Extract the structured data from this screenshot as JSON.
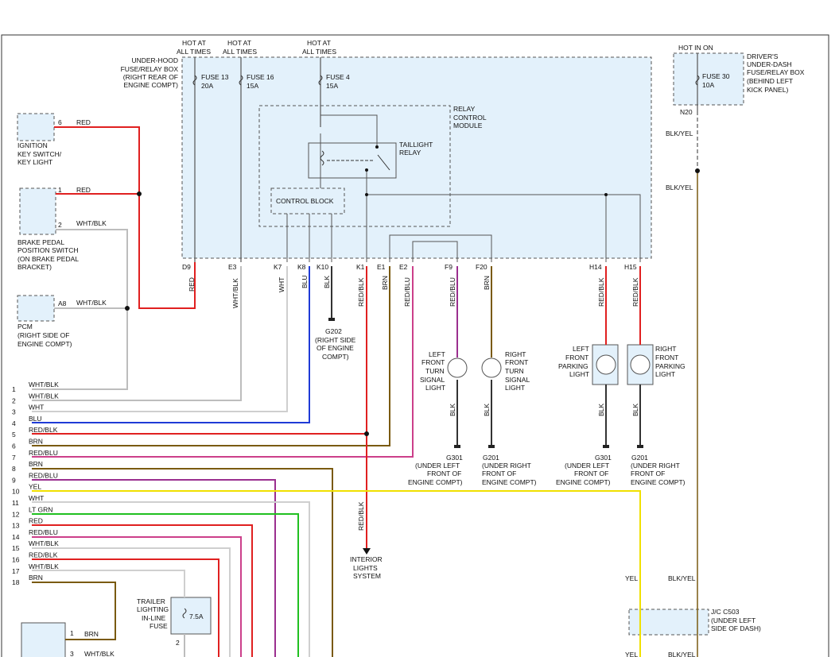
{
  "colors": {
    "red": "#e02020",
    "gray": "#bdbdbd",
    "white": "#cfcfcf",
    "blue": "#1f3bd6",
    "brown": "#7a5a10",
    "pink": "#cc3f8a",
    "purple": "#9b2f8f",
    "yellow": "#f0e000",
    "green": "#20c020",
    "black": "#333333",
    "box": "#e3f1fb"
  },
  "labels": {
    "hot1a": "HOT AT",
    "hot1b": "ALL TIMES",
    "hot2a": "HOT AT",
    "hot2b": "ALL TIMES",
    "hot3a": "HOT AT",
    "hot3b": "ALL TIMES",
    "hoton": "HOT IN ON",
    "underhood1": "UNDER-HOOD",
    "underhood2": "FUSE/RELAY BOX",
    "underhood3": "(RIGHT REAR OF",
    "underhood4": "ENGINE COMPT)",
    "fuse13": "FUSE 13",
    "fuse13a": "20A",
    "fuse16": "FUSE 16",
    "fuse16a": "15A",
    "fuse4": "FUSE 4",
    "fuse4a": "15A",
    "fuse30": "FUSE 30",
    "fuse30a": "10A",
    "drv1": "DRIVER'S",
    "drv2": "UNDER-DASH",
    "drv3": "FUSE/RELAY BOX",
    "drv4": "(BEHIND LEFT",
    "drv5": "KICK PANEL)",
    "n20": "N20",
    "relay1": "RELAY",
    "relay2": "CONTROL",
    "relay3": "MODULE",
    "tail1": "TAILLIGHT",
    "tail2": "RELAY",
    "control_block": "CONTROL BLOCK",
    "ign1": "IGNITION",
    "ign2": "KEY SWITCH/",
    "ign3": "KEY LIGHT",
    "bp1": "BRAKE PEDAL",
    "bp2": "POSITION SWITCH",
    "bp3": "(ON BRAKE PEDAL",
    "bp4": "BRACKET)",
    "pcm1": "PCM",
    "pcm2": "(RIGHT SIDE OF",
    "pcm3": "ENGINE COMPT)",
    "pin6": "6",
    "pin1": "1",
    "pin2": "2",
    "a8": "A8",
    "w_red1": "RED",
    "w_red2": "RED",
    "w_whtblk1": "WHT/BLK",
    "w_whtblk2": "WHT/BLK",
    "blkyel1": "BLK/YEL",
    "blkyel2": "BLK/YEL",
    "blkyel3": "BLK/YEL",
    "blkyel4": "BLK/YEL",
    "yel_a": "YEL",
    "yel_b": "YEL",
    "d9": "D9",
    "e3": "E3",
    "k7": "K7",
    "k8": "K8",
    "k10": "K10",
    "k1": "K1",
    "e1": "E1",
    "e2": "E2",
    "f9": "F9",
    "f20": "F20",
    "h14": "H14",
    "h15": "H15",
    "v_red": "RED",
    "v_whtblk": "WHT/BLK",
    "v_wht": "WHT",
    "v_blu": "BLU",
    "v_blk": "BLK",
    "v_redblk": "RED/BLK",
    "v_brn": "BRN",
    "v_redblu": "RED/BLU",
    "v_redblu2": "RED/BLU",
    "v_brn2": "BRN",
    "v_redblk2": "RED/BLK",
    "v_redblk3": "RED/BLK",
    "v_blk1": "BLK",
    "v_blk2": "BLK",
    "v_blk3": "BLK",
    "v_blk4": "BLK",
    "v_redblk4": "RED/BLK",
    "g202a": "G202",
    "g202b": "(RIGHT SIDE",
    "g202c": "OF ENGINE",
    "g202d": "COMPT)",
    "lft1": "LEFT",
    "lft2": "FRONT",
    "lft3": "TURN",
    "lft4": "SIGNAL",
    "lft5": "LIGHT",
    "rft1": "RIGHT",
    "rft2": "FRONT",
    "rft3": "TURN",
    "rft4": "SIGNAL",
    "rft5": "LIGHT",
    "lfp1": "LEFT",
    "lfp2": "FRONT",
    "lfp3": "PARKING",
    "lfp4": "LIGHT",
    "rfp1": "RIGHT",
    "rfp2": "FRONT",
    "rfp3": "PARKING",
    "rfp4": "LIGHT",
    "g301a": "G301",
    "g301b": "(UNDER LEFT",
    "g301c": "FRONT OF",
    "g301d": "ENGINE COMPT)",
    "g201a": "G201",
    "g201b": "(UNDER RIGHT",
    "g201c": "FRONT OF",
    "g201d": "ENGINE COMPT)",
    "g301e": "G301",
    "g301f": "(UNDER LEFT",
    "g301g": "FRONT OF",
    "g301h": "ENGINE COMPT)",
    "g201e": "G201",
    "g201f": "(UNDER RIGHT",
    "g201g": "FRONT OF",
    "g201h": "ENGINE COMPT)",
    "int1": "INTERIOR",
    "int2": "LIGHTS",
    "int3": "SYSTEM",
    "tr1": "TRAILER",
    "tr2": "LIGHTING",
    "tr3": "IN-LINE",
    "tr4": "FUSE",
    "tr5": "7.5A",
    "jc1": "J/C C503",
    "jc2": "(UNDER LEFT",
    "jc3": "SIDE OF DASH)",
    "bot_brn": "BRN",
    "bot_whtblk": "WHT/BLK",
    "p1": "1",
    "p2": "2",
    "p3": "3"
  },
  "harness": [
    {
      "num": "1",
      "label": "WHT/BLK"
    },
    {
      "num": "2",
      "label": "WHT/BLK"
    },
    {
      "num": "3",
      "label": "WHT"
    },
    {
      "num": "4",
      "label": "BLU"
    },
    {
      "num": "5",
      "label": "RED/BLK"
    },
    {
      "num": "6",
      "label": "BRN"
    },
    {
      "num": "7",
      "label": "RED/BLU"
    },
    {
      "num": "8",
      "label": "BRN"
    },
    {
      "num": "9",
      "label": "RED/BLU"
    },
    {
      "num": "10",
      "label": "YEL"
    },
    {
      "num": "11",
      "label": "WHT"
    },
    {
      "num": "12",
      "label": "LT GRN"
    },
    {
      "num": "13",
      "label": "RED"
    },
    {
      "num": "14",
      "label": "RED/BLU"
    },
    {
      "num": "15",
      "label": "WHT/BLK"
    },
    {
      "num": "16",
      "label": "RED/BLK"
    },
    {
      "num": "17",
      "label": "WHT/BLK"
    },
    {
      "num": "18",
      "label": "BRN"
    }
  ]
}
